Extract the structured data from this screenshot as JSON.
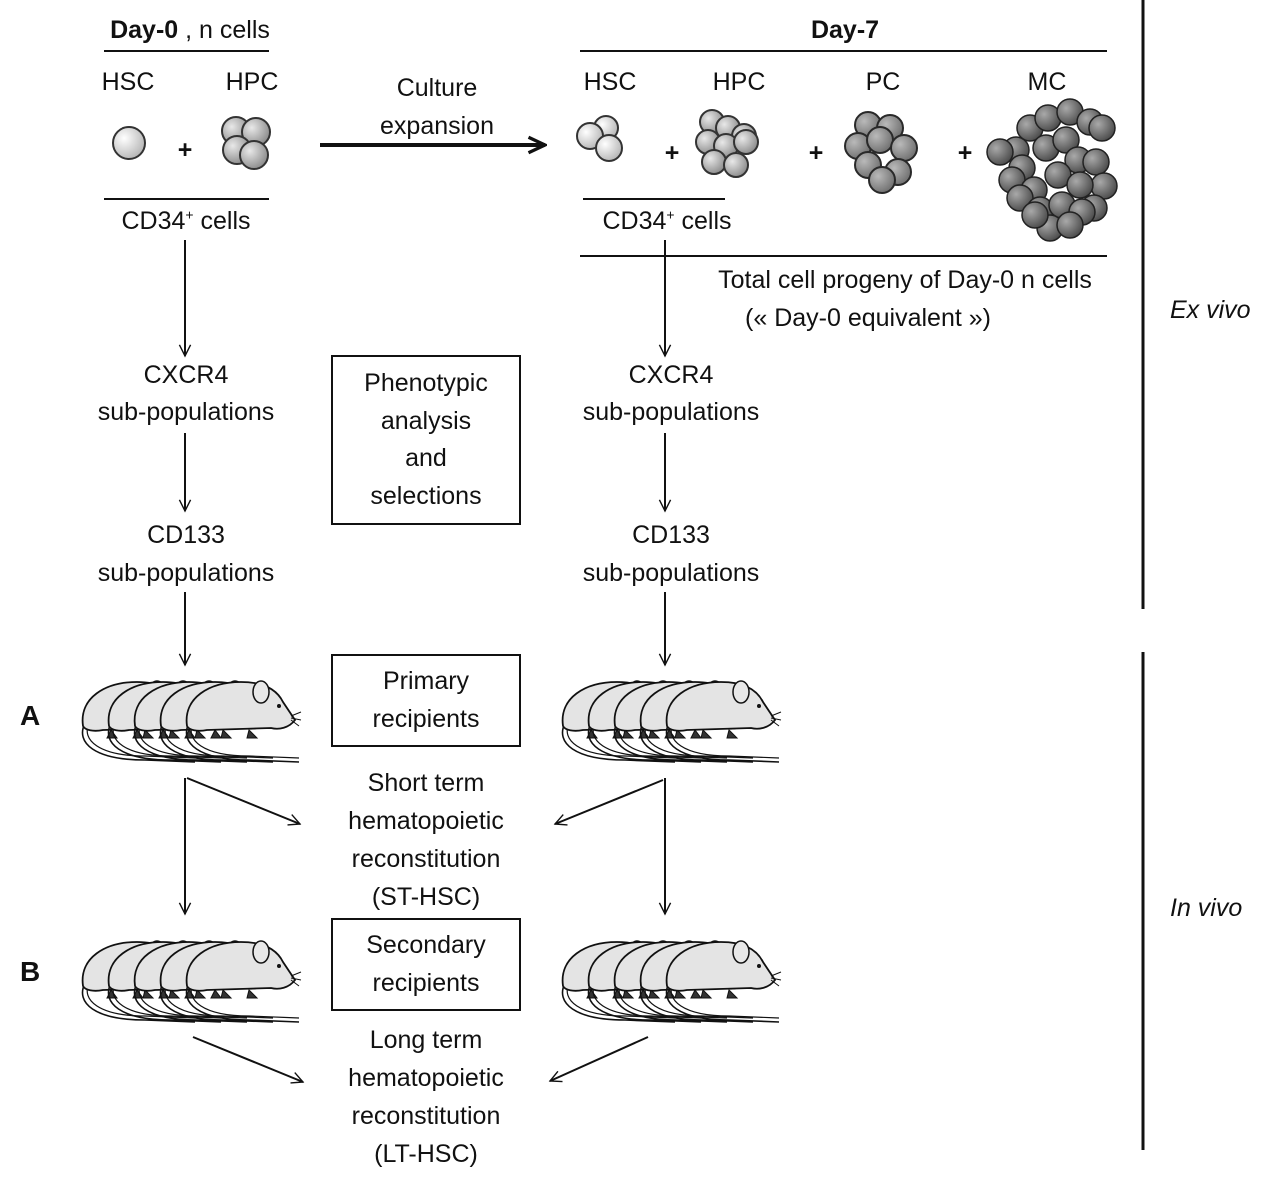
{
  "day0": {
    "title_bold": "Day-0",
    "title_rest": " , n cells",
    "hsc_label": "HSC",
    "hpc_label": "HPC",
    "plus": "+",
    "cd34_main": "CD34",
    "cd34_sup": "+",
    "cd34_rest": " cells"
  },
  "culture": {
    "line1": "Culture",
    "line2": "expansion"
  },
  "day7": {
    "title": "Day-7",
    "hsc_label": "HSC",
    "hpc_label": "HPC",
    "pc_label": "PC",
    "mc_label": "MC",
    "plus": "+",
    "cd34_main": "CD34",
    "cd34_sup": "+",
    "cd34_rest": " cells",
    "total_line1": "Total cell progeny of Day-0 n cells",
    "total_line2": "(« Day-0 equivalent »)"
  },
  "left_flow": {
    "cxcr4_line1": "CXCR4",
    "cxcr4_line2": "sub-populations",
    "cd133_line1": "CD133",
    "cd133_line2": "sub-populations"
  },
  "right_flow": {
    "cxcr4_line1": "CXCR4",
    "cxcr4_line2": "sub-populations",
    "cd133_line1": "CD133",
    "cd133_line2": "sub-populations"
  },
  "boxes": {
    "phenotypic": "Phenotypic\nanalysis\nand\nselections",
    "primary": "Primary\nrecipients",
    "secondary": "Secondary\nrecipients"
  },
  "short_term": {
    "line1": "Short term",
    "line2": "hematopoietic",
    "line3": "reconstitution",
    "line4": "(ST-HSC)"
  },
  "long_term": {
    "line1": "Long term",
    "line2": "hematopoietic",
    "line3": "reconstitution",
    "line4": "(LT-HSC)"
  },
  "rows": {
    "a_label": "A",
    "b_label": "B"
  },
  "sides": {
    "ex_vivo": "Ex vivo",
    "in_vivo": "In vivo"
  },
  "colors": {
    "light_cell": "#d9d9d9",
    "mid_cell": "#a6a6a6",
    "dark_cell": "#6e6e6e",
    "mouse_fill": "#e6e6e6",
    "ink": "#111111"
  }
}
